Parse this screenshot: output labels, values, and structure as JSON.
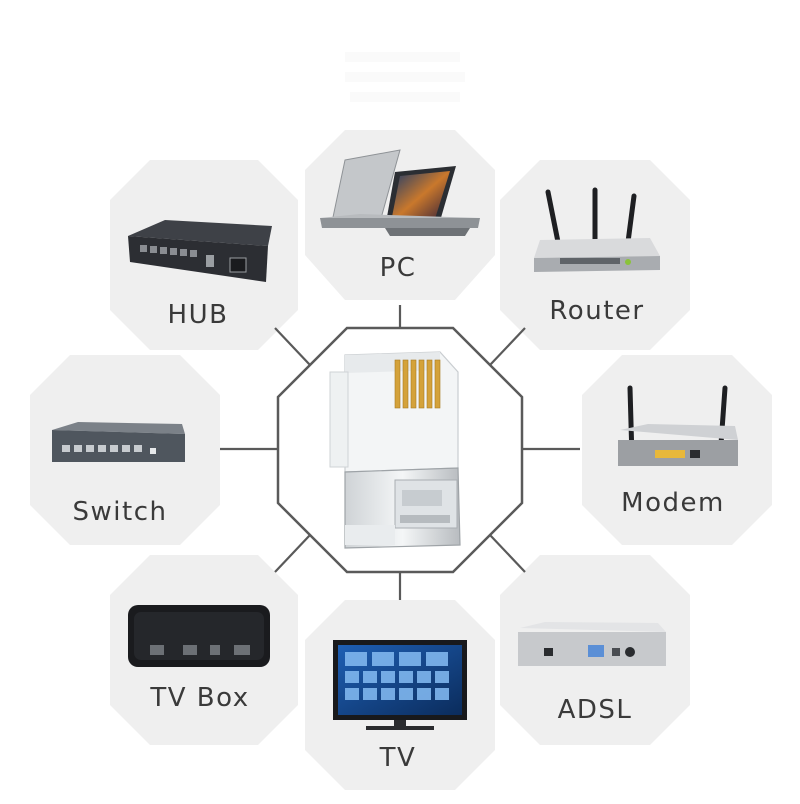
{
  "diagram": {
    "center": {
      "name": "rj45-connector"
    },
    "nodes": [
      {
        "id": "pc",
        "label": "PC"
      },
      {
        "id": "hub",
        "label": "HUB"
      },
      {
        "id": "router",
        "label": "Router"
      },
      {
        "id": "switch",
        "label": "Switch"
      },
      {
        "id": "modem",
        "label": "Modem"
      },
      {
        "id": "tvbox",
        "label": "TV Box"
      },
      {
        "id": "tv",
        "label": "TV"
      },
      {
        "id": "adsl",
        "label": "ADSL"
      }
    ]
  },
  "colors": {
    "background": "#ffffff",
    "tile": "#efefef",
    "connector_line": "#5a5a5a",
    "label_text": "#3a3a3a",
    "gold_contacts": "#d4a23a",
    "dark_device": "#2c2e33",
    "light_device": "#dcdde0"
  }
}
